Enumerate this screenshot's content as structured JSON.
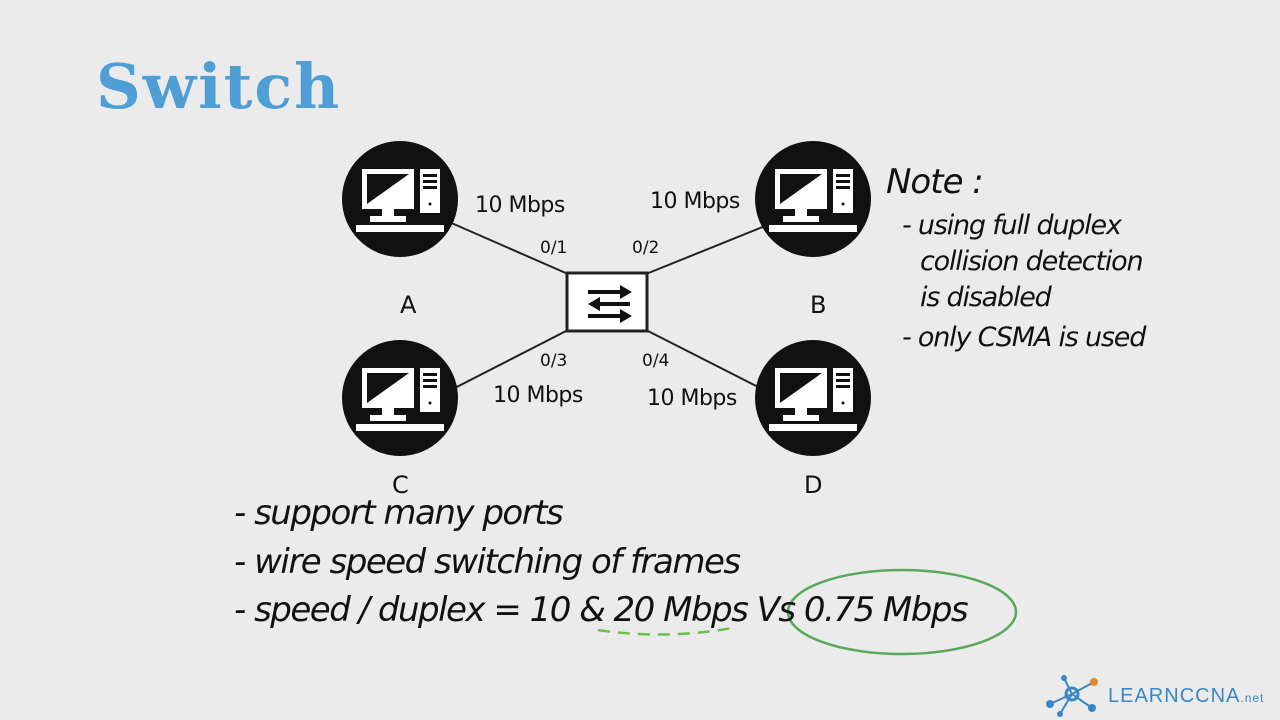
{
  "slide": {
    "title": "Switch"
  },
  "nodes": [
    {
      "id": "A",
      "label": "A",
      "port": "0/1",
      "speed": "10 Mbps"
    },
    {
      "id": "B",
      "label": "B",
      "port": "0/2",
      "speed": "10 Mbps"
    },
    {
      "id": "C",
      "label": "C",
      "port": "0/3",
      "speed": "10 Mbps"
    },
    {
      "id": "D",
      "label": "D",
      "port": "0/4",
      "speed": "10 Mbps"
    }
  ],
  "note": {
    "title": "Note :",
    "lines": [
      "- using full duplex",
      "collision detection",
      "is disabled",
      "- only CSMA is used"
    ]
  },
  "bullets": [
    "- support many ports",
    "- wire speed switching of frames",
    "- speed / duplex = 10 & 20 Mbps Vs 0.75 Mbps"
  ],
  "logo": {
    "text": "LEARNCCNA",
    "suffix": ".net"
  },
  "colors": {
    "title": "#4f9fd6",
    "highlight_circle": "#5aa85a",
    "underline": "#6cbf4a",
    "logo": "#3a87c7"
  }
}
